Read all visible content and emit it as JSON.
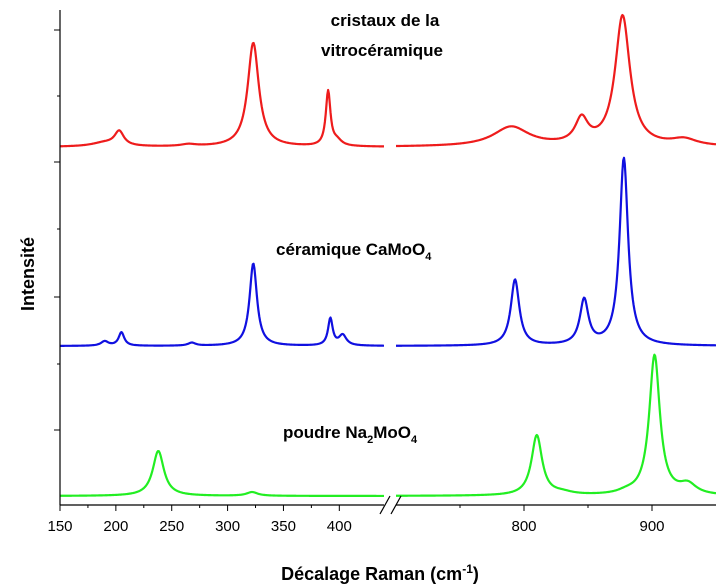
{
  "chart_data": {
    "type": "line",
    "xlabel_main": "Décalage Raman (cm",
    "xlabel_sup": "-1",
    "xlabel_close": ")",
    "ylabel": "Intensité",
    "x_axis_break": true,
    "left_segment_xlim": [
      150,
      440
    ],
    "right_segment_xlim": [
      700,
      950
    ],
    "left_ticks": [
      150,
      200,
      250,
      300,
      350,
      400
    ],
    "right_ticks": [
      800,
      900
    ],
    "y_ticks_labeled": false,
    "annotations": {
      "red_line1": "cristaux de la",
      "red_line2": "vitrocéramique",
      "blue_main": "céramique CaMoO",
      "blue_sub": "4",
      "green_pre": "poudre Na",
      "green_sub1": "2",
      "green_mid": "MoO",
      "green_sub2": "4"
    },
    "series": [
      {
        "color": "#ee1c1c",
        "baseline": 0.0,
        "peaks": [
          [
            190,
            0.03,
            14
          ],
          [
            203,
            0.11,
            5
          ],
          [
            265,
            0.015,
            8
          ],
          [
            323,
            0.8,
            6
          ],
          [
            390,
            0.42,
            2.5
          ],
          [
            398,
            0.04,
            5
          ],
          [
            790,
            0.15,
            17
          ],
          [
            845,
            0.19,
            6
          ],
          [
            877,
            1.0,
            7
          ],
          [
            925,
            0.05,
            12
          ]
        ]
      },
      {
        "color": "#1010e0",
        "baseline": 0.0,
        "peaks": [
          [
            190,
            0.03,
            4
          ],
          [
            205,
            0.09,
            3
          ],
          [
            268,
            0.02,
            4
          ],
          [
            323,
            0.55,
            4
          ],
          [
            392,
            0.18,
            2.5
          ],
          [
            403,
            0.07,
            4
          ],
          [
            793,
            0.44,
            4
          ],
          [
            847,
            0.3,
            4
          ],
          [
            878,
            1.25,
            4
          ]
        ]
      },
      {
        "color": "#22ee22",
        "baseline": 0.0,
        "peaks": [
          [
            238,
            0.36,
            6
          ],
          [
            322,
            0.03,
            6
          ],
          [
            810,
            0.48,
            5
          ],
          [
            830,
            0.02,
            10
          ],
          [
            880,
            0.02,
            8
          ],
          [
            902,
            1.12,
            5
          ],
          [
            928,
            0.08,
            8
          ]
        ]
      }
    ]
  }
}
